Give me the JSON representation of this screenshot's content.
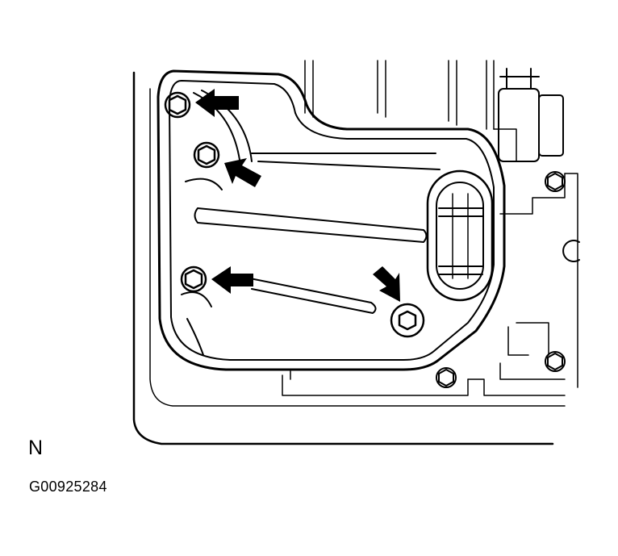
{
  "labels": {
    "view_marker": "N",
    "figure_code": "G00925284"
  },
  "colors": {
    "line": "#000000",
    "background": "#ffffff",
    "arrow": "#000000"
  },
  "parts": {
    "bolt_count_indicated": 4,
    "arrow_count": 4,
    "icon": "bolt-hex-icon"
  }
}
